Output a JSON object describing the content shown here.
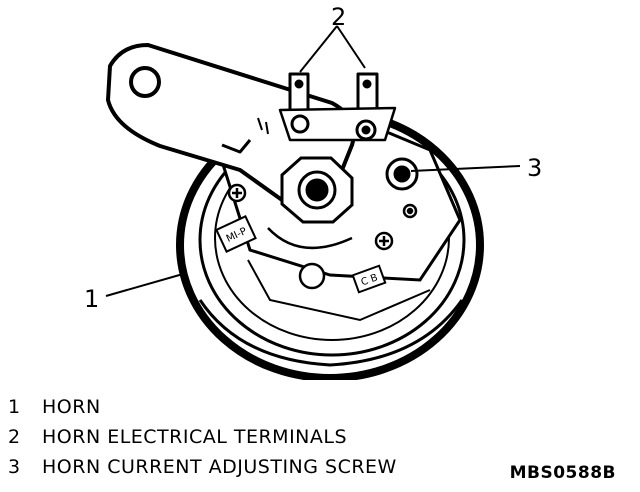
{
  "diagram": {
    "callouts": [
      "1",
      "2",
      "3"
    ],
    "stamp_left": "MI-P",
    "stamp_right": "C B"
  },
  "legend": [
    {
      "num": "1",
      "text": "HORN"
    },
    {
      "num": "2",
      "text": "HORN ELECTRICAL TERMINALS"
    },
    {
      "num": "3",
      "text": "HORN CURRENT ADJUSTING SCREW"
    }
  ],
  "figure_code": "MBS0588B"
}
